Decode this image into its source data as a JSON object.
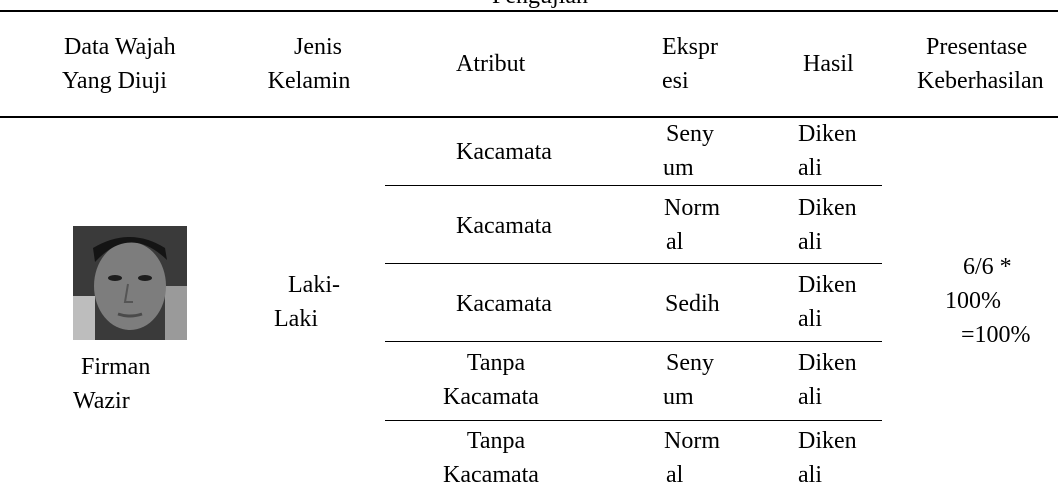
{
  "caption_fragment": "Pengujian",
  "headers": {
    "col1": [
      "Data Wajah",
      "Yang Diuji"
    ],
    "col2": [
      "Jenis",
      "Kelamin"
    ],
    "col3": [
      "Atribut"
    ],
    "col4": [
      "Ekspr",
      "esi"
    ],
    "col5": [
      "Hasil"
    ],
    "col6": [
      "Presentase",
      "Keberhasilan"
    ]
  },
  "subject": {
    "name": [
      "Firman",
      "Wazir"
    ],
    "gender": [
      "Laki-",
      "Laki"
    ],
    "photo_icon": "face-photo"
  },
  "rows": [
    {
      "atribut": [
        "Kacamata"
      ],
      "ekspresi": [
        "Seny",
        "um"
      ],
      "hasil": [
        "Diken",
        "ali"
      ]
    },
    {
      "atribut": [
        "Kacamata"
      ],
      "ekspresi": [
        "Norm",
        "al"
      ],
      "hasil": [
        "Diken",
        "ali"
      ]
    },
    {
      "atribut": [
        "Kacamata"
      ],
      "ekspresi": [
        "Sedih"
      ],
      "hasil": [
        "Diken",
        "ali"
      ]
    },
    {
      "atribut": [
        "Tanpa",
        "Kacamata"
      ],
      "ekspresi": [
        "Seny",
        "um"
      ],
      "hasil": [
        "Diken",
        "ali"
      ]
    },
    {
      "atribut": [
        "Tanpa",
        "Kacamata"
      ],
      "ekspresi": [
        "Norm",
        "al"
      ],
      "hasil": [
        "Diken",
        "ali"
      ]
    }
  ],
  "presentase": [
    "6/6 *",
    "100%",
    "=100%"
  ]
}
